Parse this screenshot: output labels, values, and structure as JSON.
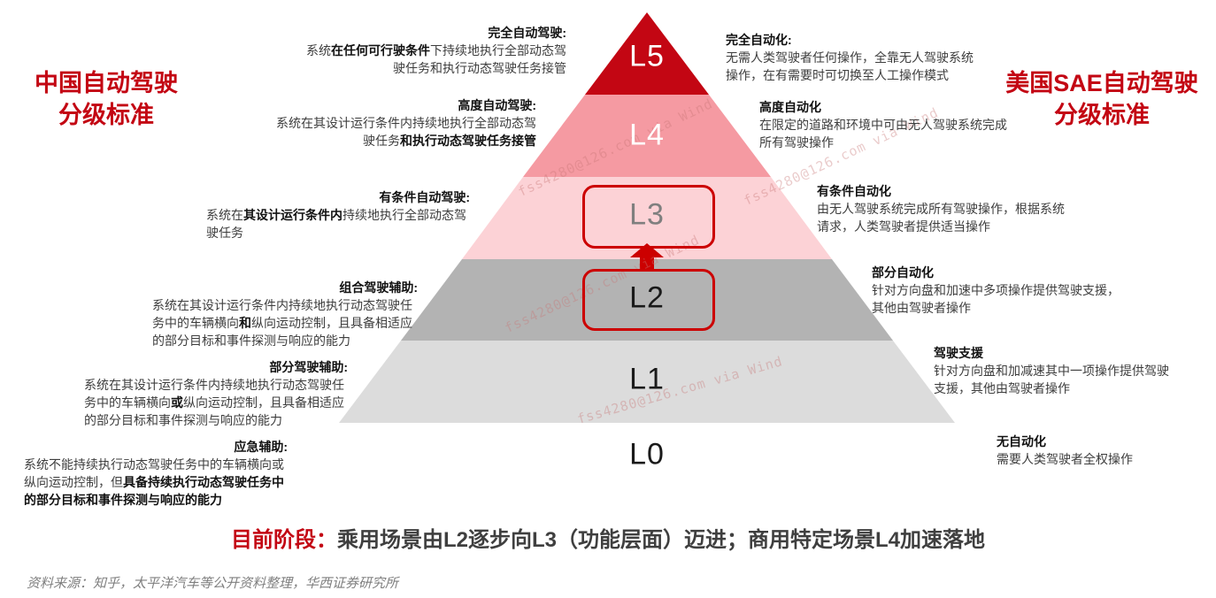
{
  "colors": {
    "brand_red": "#c30613",
    "box_red": "#cc0000",
    "arrow_red": "#cc0000",
    "head_color": "#111111",
    "body_color": "#3d3d3d",
    "stage_color": "#3f3f3f",
    "source_color": "#7f7f7f",
    "wm_color": "rgba(201,118,118,0.38)"
  },
  "titles": {
    "left_line1": "中国自动驾驶",
    "left_line2": "分级标准",
    "right_line1": "美国SAE自动驾驶",
    "right_line2": "分级标准"
  },
  "pyramid": {
    "levels": [
      {
        "id": "l5",
        "label": "L5",
        "color": "#c30613",
        "label_color": "#ffffff"
      },
      {
        "id": "l4",
        "label": "L4",
        "color": "#f59aa2",
        "label_color": "#ffffff"
      },
      {
        "id": "l3",
        "label": "L3",
        "color": "#fcd2d6",
        "label_color": "#7f7f7f",
        "boxed": true
      },
      {
        "id": "l2",
        "label": "L2",
        "color": "#b3b3b3",
        "label_color": "#1a1a1a",
        "boxed": true
      },
      {
        "id": "l1",
        "label": "L1",
        "color": "#dcdcdc",
        "label_color": "#1a1a1a"
      },
      {
        "id": "l0",
        "label": "L0",
        "color": "#ffffff",
        "label_color": "#1a1a1a"
      }
    ]
  },
  "china": {
    "items": [
      {
        "level": "L5",
        "heading": "完全自动驾驶:",
        "segments": [
          {
            "text": "系统",
            "bold": false
          },
          {
            "text": "在任何可行驶条件",
            "bold": true
          },
          {
            "text": "下持续地执行全部动态驾驶任务和执行动态驾驶任务接管",
            "bold": false
          }
        ]
      },
      {
        "level": "L4",
        "heading": "高度自动驾驶:",
        "segments": [
          {
            "text": "系统在其设计运行条件内持续地执行全部动态驾驶任务",
            "bold": false
          },
          {
            "text": "和执行动态驾驶任务接管",
            "bold": true
          }
        ]
      },
      {
        "level": "L3",
        "heading": "有条件自动驾驶:",
        "segments": [
          {
            "text": "系统在",
            "bold": false
          },
          {
            "text": "其设计运行条件内",
            "bold": true
          },
          {
            "text": "持续地执行全部动态驾驶任务",
            "bold": false
          }
        ]
      },
      {
        "level": "L2",
        "heading": "组合驾驶辅助:",
        "segments": [
          {
            "text": "系统在其设计运行条件内持续地执行动态驾驶任务中的车辆横向",
            "bold": false
          },
          {
            "text": "和",
            "bold": true
          },
          {
            "text": "纵向运动控制，且具备相适应的部分目标和事件探测与响应的能力",
            "bold": false
          }
        ]
      },
      {
        "level": "L1",
        "heading": "部分驾驶辅助:",
        "segments": [
          {
            "text": "系统在其设计运行条件内持续地执行动态驾驶任务中的车辆横向",
            "bold": false
          },
          {
            "text": "或",
            "bold": true
          },
          {
            "text": "纵向运动控制，且具备相适应的部分目标和事件探测与响应的能力",
            "bold": false
          }
        ]
      },
      {
        "level": "L0",
        "heading": "应急辅助:",
        "segments": [
          {
            "text": "系统不能持续执行动态驾驶任务中的车辆横向或纵向运动控制，但",
            "bold": false
          },
          {
            "text": "具备持续执行动态驾驶任务中的部分目标和事件探测与响应的能力",
            "bold": true
          }
        ]
      }
    ]
  },
  "sae": {
    "items": [
      {
        "level": "L5",
        "heading": "完全自动化:",
        "body": "无需人类驾驶者任何操作，全靠无人驾驶系统操作，在有需要时可切换至人工操作模式"
      },
      {
        "level": "L4",
        "heading": "高度自动化",
        "body": "在限定的道路和环境中可由无人驾驶系统完成所有驾驶操作"
      },
      {
        "level": "L3",
        "heading": "有条件自动化",
        "body": "由无人驾驶系统完成所有驾驶操作，根据系统请求，人类驾驶者提供适当操作"
      },
      {
        "level": "L2",
        "heading": "部分自动化",
        "body": "针对方向盘和加速中多项操作提供驾驶支援，其他由驾驶者操作"
      },
      {
        "level": "L1",
        "heading": "驾驶支援",
        "body": "针对方向盘和加减速其中一项操作提供驾驶支援，其他由驾驶者操作"
      },
      {
        "level": "L0",
        "heading": "无自动化",
        "body": "需要人类驾驶者全权操作"
      }
    ]
  },
  "stage": {
    "prefix": "目前阶段：",
    "text": "乘用场景由L2逐步向L3（功能层面）迈进；商用特定场景L4加速落地"
  },
  "source": "资料来源：知乎，太平洋汽车等公开资料整理，华西证券研究所",
  "watermark": {
    "text": "fss4280@126.com via Wind"
  }
}
